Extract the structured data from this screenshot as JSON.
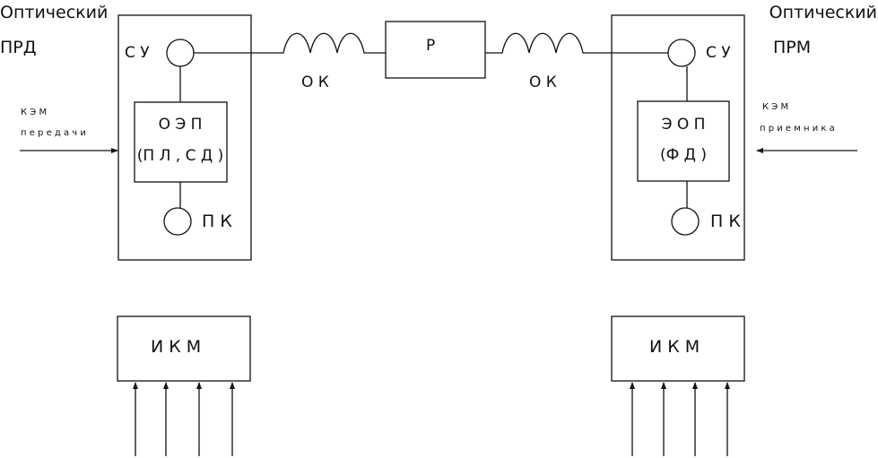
{
  "transmitter": {
    "title_line1": "Оптический",
    "title_line2": "ПРД",
    "coupler_label": "С У",
    "converter_line1": "О Э П",
    "converter_line2": "(П Л , С Д )",
    "connector_label": "П К",
    "input_line1": "К Э М",
    "input_line2": "п е р е д а ч и",
    "ikm_label": "И К М"
  },
  "receiver": {
    "title_line1": "Оптический",
    "title_line2": "ПРМ",
    "coupler_label": "С У",
    "converter_line1": "Э О П",
    "converter_line2": "(Ф Д )",
    "connector_label": "П К",
    "input_line1": "К Э М",
    "input_line2": "п р и е м н и к а",
    "ikm_label": "И К М"
  },
  "link": {
    "repeater_label": "Р",
    "cable_left_label": "О К",
    "cable_right_label": "О К"
  }
}
